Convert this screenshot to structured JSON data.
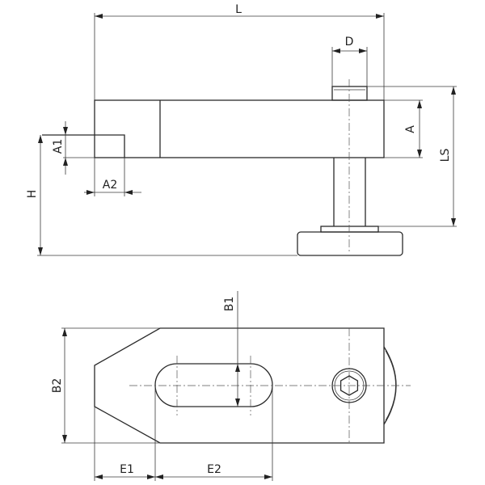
{
  "drawing": {
    "side_view": {
      "dimensions": {
        "L": "L",
        "D": "D",
        "A": "A",
        "LS": "LS",
        "H": "H",
        "A1": "A1",
        "A2": "A2"
      }
    },
    "top_view": {
      "dimensions": {
        "B1": "B1",
        "B2": "B2",
        "E1": "E1",
        "E2": "E2"
      }
    },
    "line_color": "#2a2a2a"
  }
}
